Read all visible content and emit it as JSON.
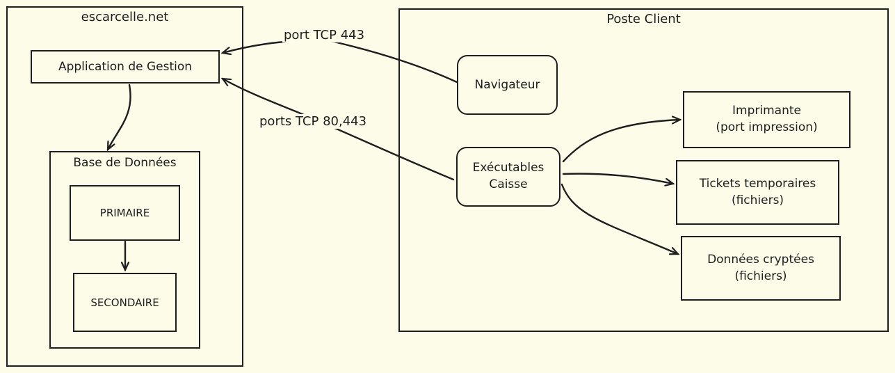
{
  "server": {
    "title": "escarcelle.net",
    "app": "Application de Gestion",
    "db": {
      "title": "Base de Données",
      "primary": "PRIMAIRE",
      "secondary": "SECONDAIRE"
    }
  },
  "client": {
    "title": "Poste Client",
    "browser": "Navigateur",
    "executables": [
      "Exécutables",
      "Caisse"
    ],
    "printer": [
      "Imprimante",
      "(port impression)"
    ],
    "tickets": [
      "Tickets temporaires",
      "(fichiers)"
    ],
    "encrypted": [
      "Données cryptées",
      "(fichiers)"
    ]
  },
  "edges": {
    "browser_to_app": "port TCP 443",
    "exe_to_app": "ports TCP 80,443"
  }
}
